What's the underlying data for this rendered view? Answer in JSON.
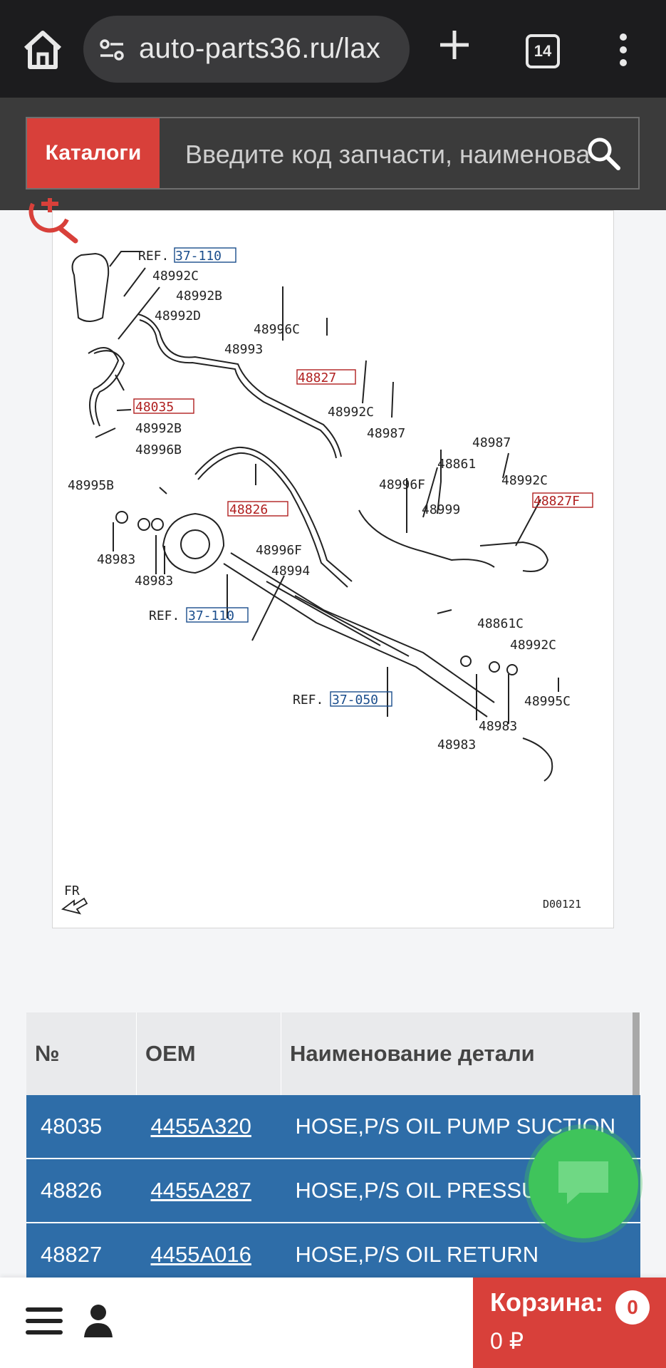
{
  "browser": {
    "url": "auto-parts36.ru/lax",
    "tab_count": "14"
  },
  "header": {
    "catalog_label": "Каталоги",
    "search_placeholder": "Введите код запчасти, наименование"
  },
  "diagram": {
    "callouts": [
      "REF.",
      "37-110",
      "48992C",
      "48992B",
      "48992D",
      "48996C",
      "48993",
      "48827",
      "48035",
      "48992B",
      "48996B",
      "48992C",
      "48987",
      "48987",
      "48861",
      "48992C",
      "48996F",
      "48999",
      "48827F",
      "48995B",
      "48826",
      "48983",
      "48983",
      "48996F",
      "48994",
      "REF.",
      "37-110",
      "48861C",
      "48992C",
      "REF.",
      "37-050",
      "48995C",
      "48983",
      "48983"
    ],
    "fr_label": "FR",
    "diagram_code": "D00121"
  },
  "table": {
    "headers": [
      "№",
      "OEM",
      "Наименование детали"
    ],
    "rows": [
      {
        "no": "48035",
        "oem": "4455A320",
        "name": "HOSE,P/S OIL PUMP SUCTION"
      },
      {
        "no": "48826",
        "oem": "4455A287",
        "name": "HOSE,P/S OIL PRESSURE"
      },
      {
        "no": "48827",
        "oem": "4455A016",
        "name": "HOSE,P/S OIL RETURN"
      }
    ]
  },
  "cart": {
    "label": "Корзина:",
    "count": "0",
    "sum": "0 ₽"
  },
  "colors": {
    "brand_red": "#d8403a",
    "row_blue": "#2e6da8",
    "chat_green": "#3fc45b"
  }
}
